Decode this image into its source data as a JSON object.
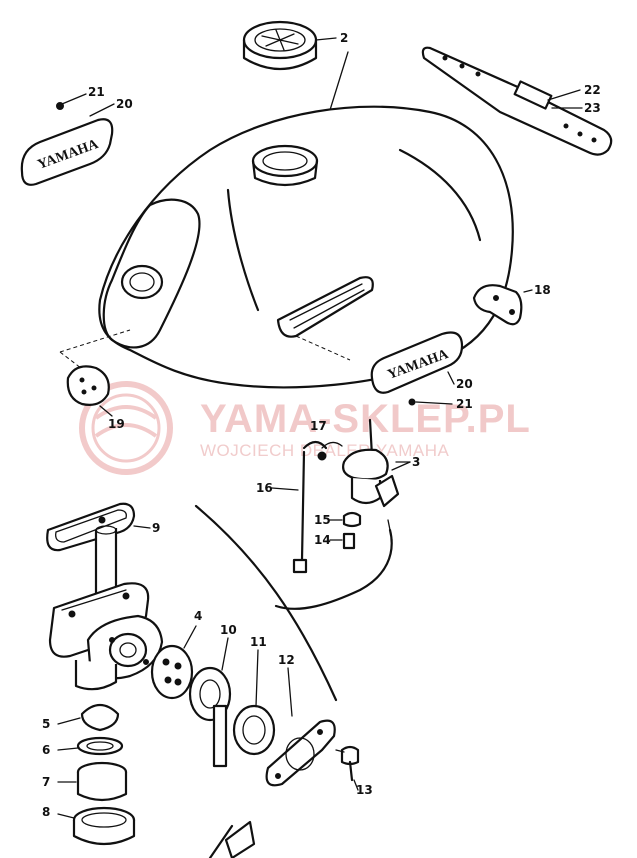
{
  "watermark": {
    "title": "YAMA-SKLEP.PL",
    "subtitle": "WOJCIECH   DEALER YAMAHA"
  },
  "emblems": {
    "left": "YAMAHA",
    "right": "YAMAHA"
  },
  "callouts": [
    "2",
    "21",
    "20",
    "22",
    "23",
    "18",
    "20",
    "21",
    "19",
    "17",
    "3",
    "16",
    "15",
    "14",
    "9",
    "4",
    "10",
    "11",
    "12",
    "5",
    "6",
    "7",
    "8",
    "13"
  ],
  "colors": {
    "ink": "#111111",
    "watermark": "#f1c9c9"
  }
}
